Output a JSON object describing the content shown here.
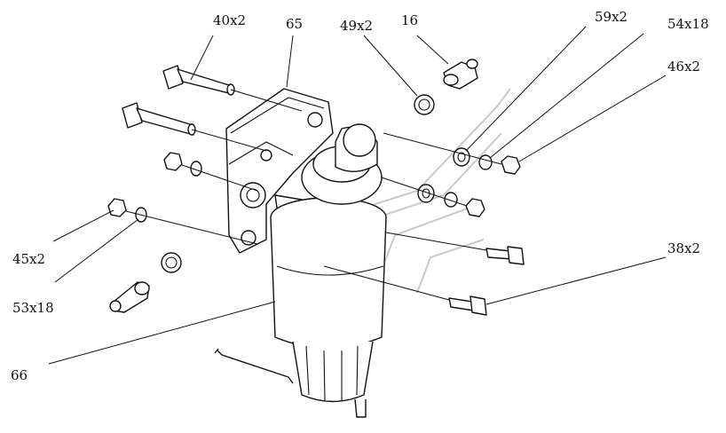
{
  "labels": {
    "l40x2": "40x2",
    "l65": "65",
    "l49x2": "49x2",
    "l16": "16",
    "l59x2": "59x2",
    "l54x18": "54x18",
    "l46x2": "46x2",
    "l45x2": "45x2",
    "l53x18": "53x18",
    "l38x2": "38x2",
    "l66": "66"
  }
}
